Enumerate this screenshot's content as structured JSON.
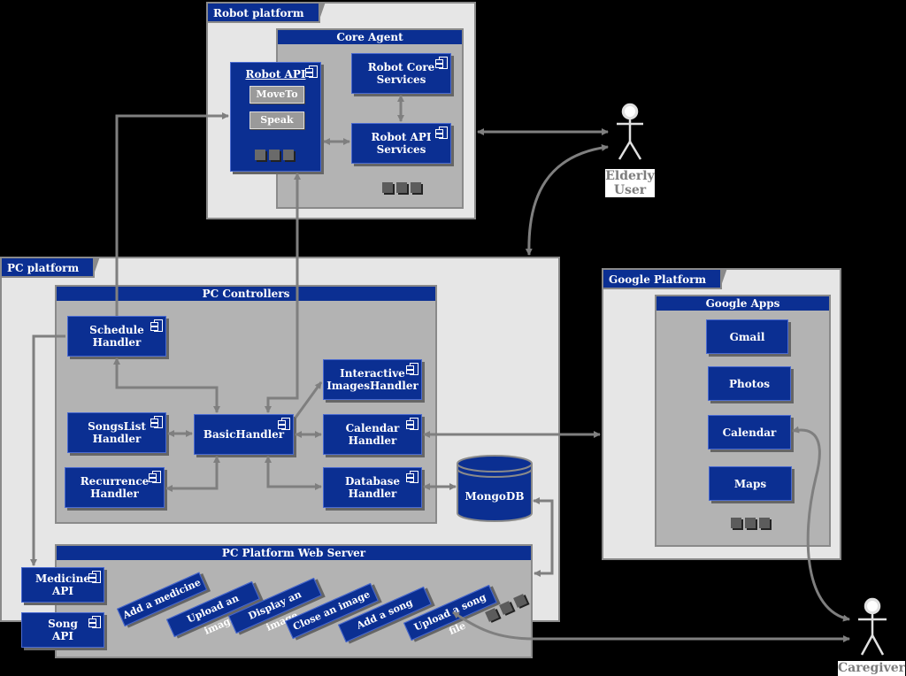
{
  "robot_platform": {
    "title": "Robot platform",
    "core_agent": "Core Agent",
    "robot_api": "Robot API",
    "moveto": "MoveTo",
    "speak": "Speak",
    "robot_core_services": "Robot Core\nServices",
    "robot_api_services": "Robot API\nServices"
  },
  "pc_platform": {
    "title": "PC platform",
    "controllers": {
      "title": "PC Controllers",
      "schedule": "Schedule\nHandler",
      "interactive": "Interactive\nImagesHandler",
      "songslist": "SongsList\nHandler",
      "basic": "BasicHandler",
      "calendar": "Calendar\nHandler",
      "recurrence": "Recurrence\nHandler",
      "database": "Database\nHandler"
    },
    "mongodb": "MongoDB",
    "web_server": {
      "title": "PC Platform Web Server",
      "actions": [
        "Add a medicine",
        "Upload an image",
        "Display an image",
        "Close an image",
        "Add a song",
        "Upload a song file"
      ]
    },
    "medicine_api": "Medicine\nAPI",
    "song_api": "Song\nAPI"
  },
  "google_platform": {
    "title": "Google Platform",
    "apps_title": "Google Apps",
    "apps": [
      "Gmail",
      "Photos",
      "Calendar",
      "Maps"
    ]
  },
  "actors": {
    "elderly": "Elderly\nUser",
    "caregiver": "Caregiver"
  },
  "colors": {
    "component": "#0b2f92",
    "arrow": "#7f7f7f",
    "package_light": "#e6e6e6",
    "package_mid": "#b3b3b3"
  }
}
